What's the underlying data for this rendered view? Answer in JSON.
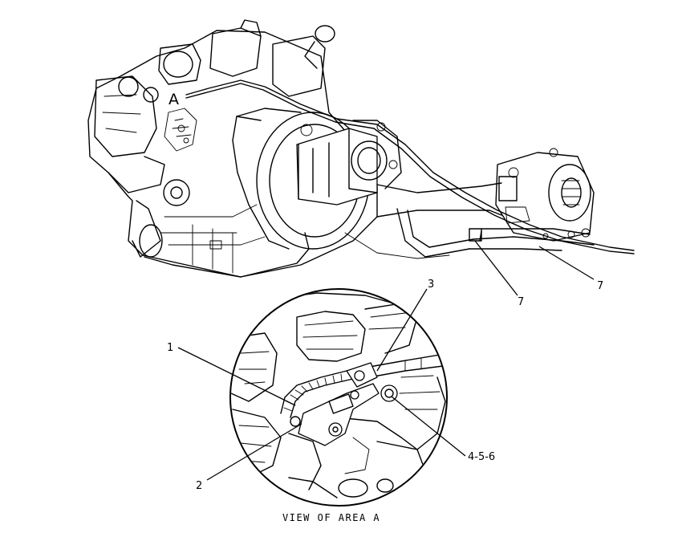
{
  "area_marker": "A",
  "callouts": {
    "c1": "1",
    "c2": "2",
    "c3": "3",
    "c456": "4-5-6",
    "c7a": "7",
    "c7b": "7"
  },
  "view_label": "VIEW OF AREA A"
}
